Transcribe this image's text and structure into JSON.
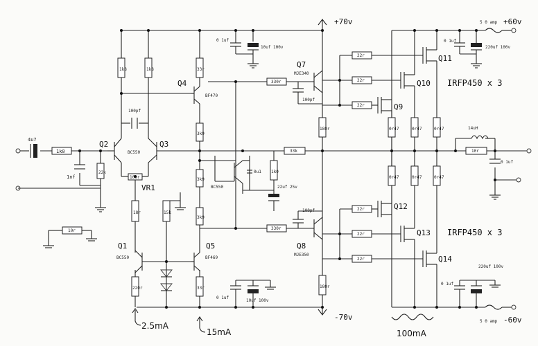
{
  "supplies": {
    "pos_rail": "+70v",
    "neg_rail": "-70v",
    "out_pos": "+60v",
    "out_neg": "-60v",
    "fuse_pos": "5 0 amp",
    "fuse_neg": "5 0 amp"
  },
  "transistors": {
    "q1": {
      "label": "Q1",
      "part": "BC550"
    },
    "q2": {
      "label": "Q2",
      "part": "BC550"
    },
    "q3": {
      "label": "Q3"
    },
    "q4": {
      "label": "Q4",
      "part": "BF470"
    },
    "q5": {
      "label": "Q5",
      "part": "BF469"
    },
    "vbe": {
      "part": "BC550"
    },
    "q7": {
      "label": "Q7",
      "part": "MJE340"
    },
    "q8": {
      "label": "Q8",
      "part": "MJE350"
    },
    "q9": {
      "label": "Q9"
    },
    "q10": {
      "label": "Q10"
    },
    "q11": {
      "label": "Q11"
    },
    "q12": {
      "label": "Q12"
    },
    "q13": {
      "label": "Q13"
    },
    "q14": {
      "label": "Q14"
    }
  },
  "mosfet_note_top": "IRFP450 x 3",
  "mosfet_note_bottom": "IRFP450 x 3",
  "components": {
    "c_in": "4u7",
    "r_in": "1k0",
    "c_rf": "1nf",
    "r_22k": "22k",
    "r_1k8_a": "1k8",
    "r_1k8_b": "1k8",
    "c_100pf_miller": "100pf",
    "r_100r_degen": "100r",
    "vr1": "VR1",
    "r_10r_fb": "10r",
    "r_18r": "18r",
    "r_15k": "15k",
    "r_220r": "220r",
    "r_3k9_a": "3k9",
    "r_3k9_b": "3k9",
    "r_3k9_c": "3k9",
    "r_33r_top": "33r",
    "r_33r_bot": "33r",
    "r_330r_a": "330r",
    "r_330r_b": "330r",
    "c_0u1_top": "0 1uf",
    "c_10u_top": "10uf 100v",
    "c_0u1_bot": "0 1uf",
    "c_10u_bot": "10uf 100v",
    "r_vbe_1k0": "1k0",
    "c_vbe": "0u1",
    "c_22u": "22uf 25v",
    "c_100pf_q7": "100pf",
    "c_100pf_q8": "100pf",
    "r_180r_a": "180r",
    "r_180r_b": "180r",
    "r_33k": "33k",
    "r_gate": "22r",
    "r_source": "0r47",
    "l_out": "14uH",
    "r_zobel_l": "10r",
    "c_zobel": "0 1uf",
    "c_out_pos_small": "0 1uf",
    "c_out_pos": "220uf 100v",
    "c_out_neg_small": "0 1uf",
    "c_out_neg": "220uf 100v"
  },
  "annotations": {
    "i_q1": "2.5mA",
    "i_q5": "15mA",
    "i_out": "100mA"
  }
}
